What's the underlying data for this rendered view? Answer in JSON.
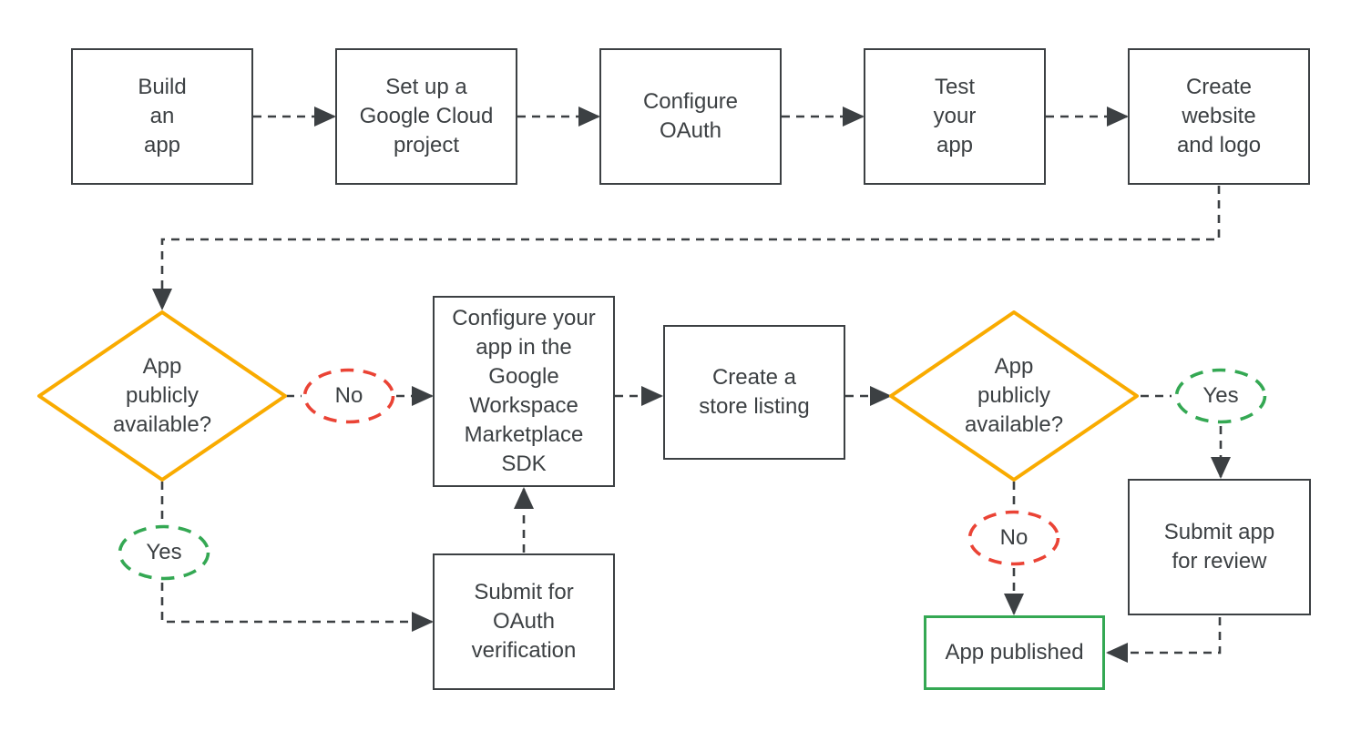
{
  "colors": {
    "outline": "#3c4043",
    "text": "#3c4043",
    "connector": "#3c4043",
    "decision": "#f9ab00",
    "no": "#ea4335",
    "yes": "#34a853",
    "published": "#34a853"
  },
  "nodes": {
    "build": {
      "label": "Build\nan\napp"
    },
    "cloud_project": {
      "label": "Set up a\nGoogle Cloud\nproject"
    },
    "configure_oauth": {
      "label": "Configure\nOAuth"
    },
    "test_app": {
      "label": "Test\nyour\napp"
    },
    "website_logo": {
      "label": "Create\nwebsite\nand logo"
    },
    "decision1": {
      "label": "App\npublicly\navailable?"
    },
    "decision1_no": {
      "label": "No"
    },
    "decision1_yes": {
      "label": "Yes"
    },
    "marketplace_sdk": {
      "label": "Configure your\napp in the\nGoogle\nWorkspace\nMarketplace\nSDK"
    },
    "oauth_verification": {
      "label": "Submit for\nOAuth\nverification"
    },
    "store_listing": {
      "label": "Create a\nstore listing"
    },
    "decision2": {
      "label": "App\npublicly\navailable?"
    },
    "decision2_yes": {
      "label": "Yes"
    },
    "decision2_no": {
      "label": "No"
    },
    "submit_review": {
      "label": "Submit app\nfor review"
    },
    "app_published": {
      "label": "App published"
    }
  },
  "edges": [
    {
      "from": "build",
      "to": "cloud_project"
    },
    {
      "from": "cloud_project",
      "to": "configure_oauth"
    },
    {
      "from": "configure_oauth",
      "to": "test_app"
    },
    {
      "from": "test_app",
      "to": "website_logo"
    },
    {
      "from": "website_logo",
      "to": "decision1"
    },
    {
      "from": "decision1",
      "to": "marketplace_sdk",
      "label": "No"
    },
    {
      "from": "decision1",
      "to": "oauth_verification",
      "label": "Yes"
    },
    {
      "from": "oauth_verification",
      "to": "marketplace_sdk"
    },
    {
      "from": "marketplace_sdk",
      "to": "store_listing"
    },
    {
      "from": "store_listing",
      "to": "decision2"
    },
    {
      "from": "decision2",
      "to": "submit_review",
      "label": "Yes"
    },
    {
      "from": "decision2",
      "to": "app_published",
      "label": "No"
    },
    {
      "from": "submit_review",
      "to": "app_published"
    }
  ]
}
